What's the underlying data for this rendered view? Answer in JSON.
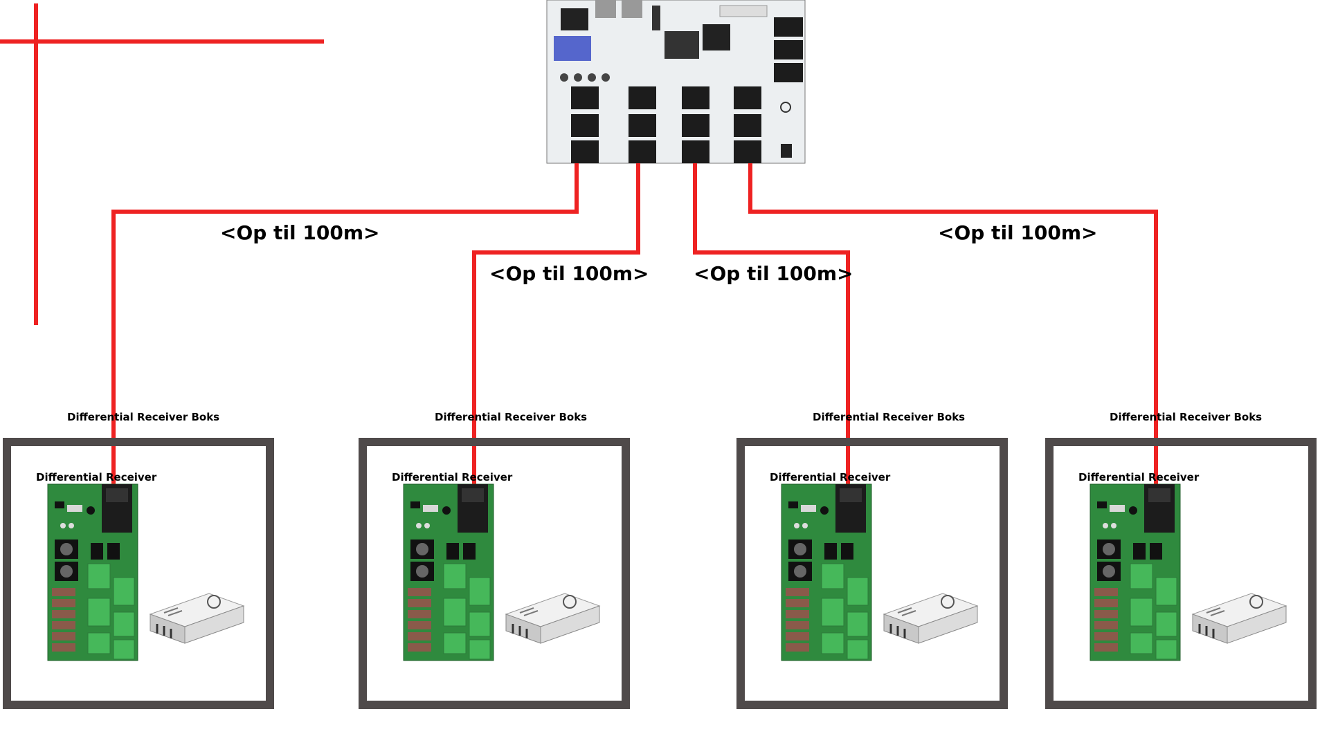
{
  "colors": {
    "cable": "#ee2222",
    "box_border": "#4f4a4a",
    "pcb_green": "#2f8a3e",
    "terminal_green": "#46b85a",
    "controller_white": "#eceff1",
    "jack_black": "#1c1c1c"
  },
  "controller": {
    "icon": "controller-board-icon"
  },
  "distances": {
    "d1": "<Op til 100m>",
    "d2": "<Op til 100m>",
    "d3": "<Op til 100m>",
    "d4": "<Op til 100m>"
  },
  "boxes": [
    {
      "title": "Differential Receiver Boks",
      "receiver_label": "Differential Receiver",
      "icons": [
        "receiver-board-icon",
        "power-supply-icon"
      ]
    },
    {
      "title": "Differential Receiver Boks",
      "receiver_label": "Differential Receiver",
      "icons": [
        "receiver-board-icon",
        "power-supply-icon"
      ]
    },
    {
      "title": "Differential Receiver Boks",
      "receiver_label": "Differential Receiver",
      "icons": [
        "receiver-board-icon",
        "power-supply-icon"
      ]
    },
    {
      "title": "Differential Receiver Boks",
      "receiver_label": "Differential Receiver",
      "icons": [
        "receiver-board-icon",
        "power-supply-icon"
      ]
    }
  ]
}
